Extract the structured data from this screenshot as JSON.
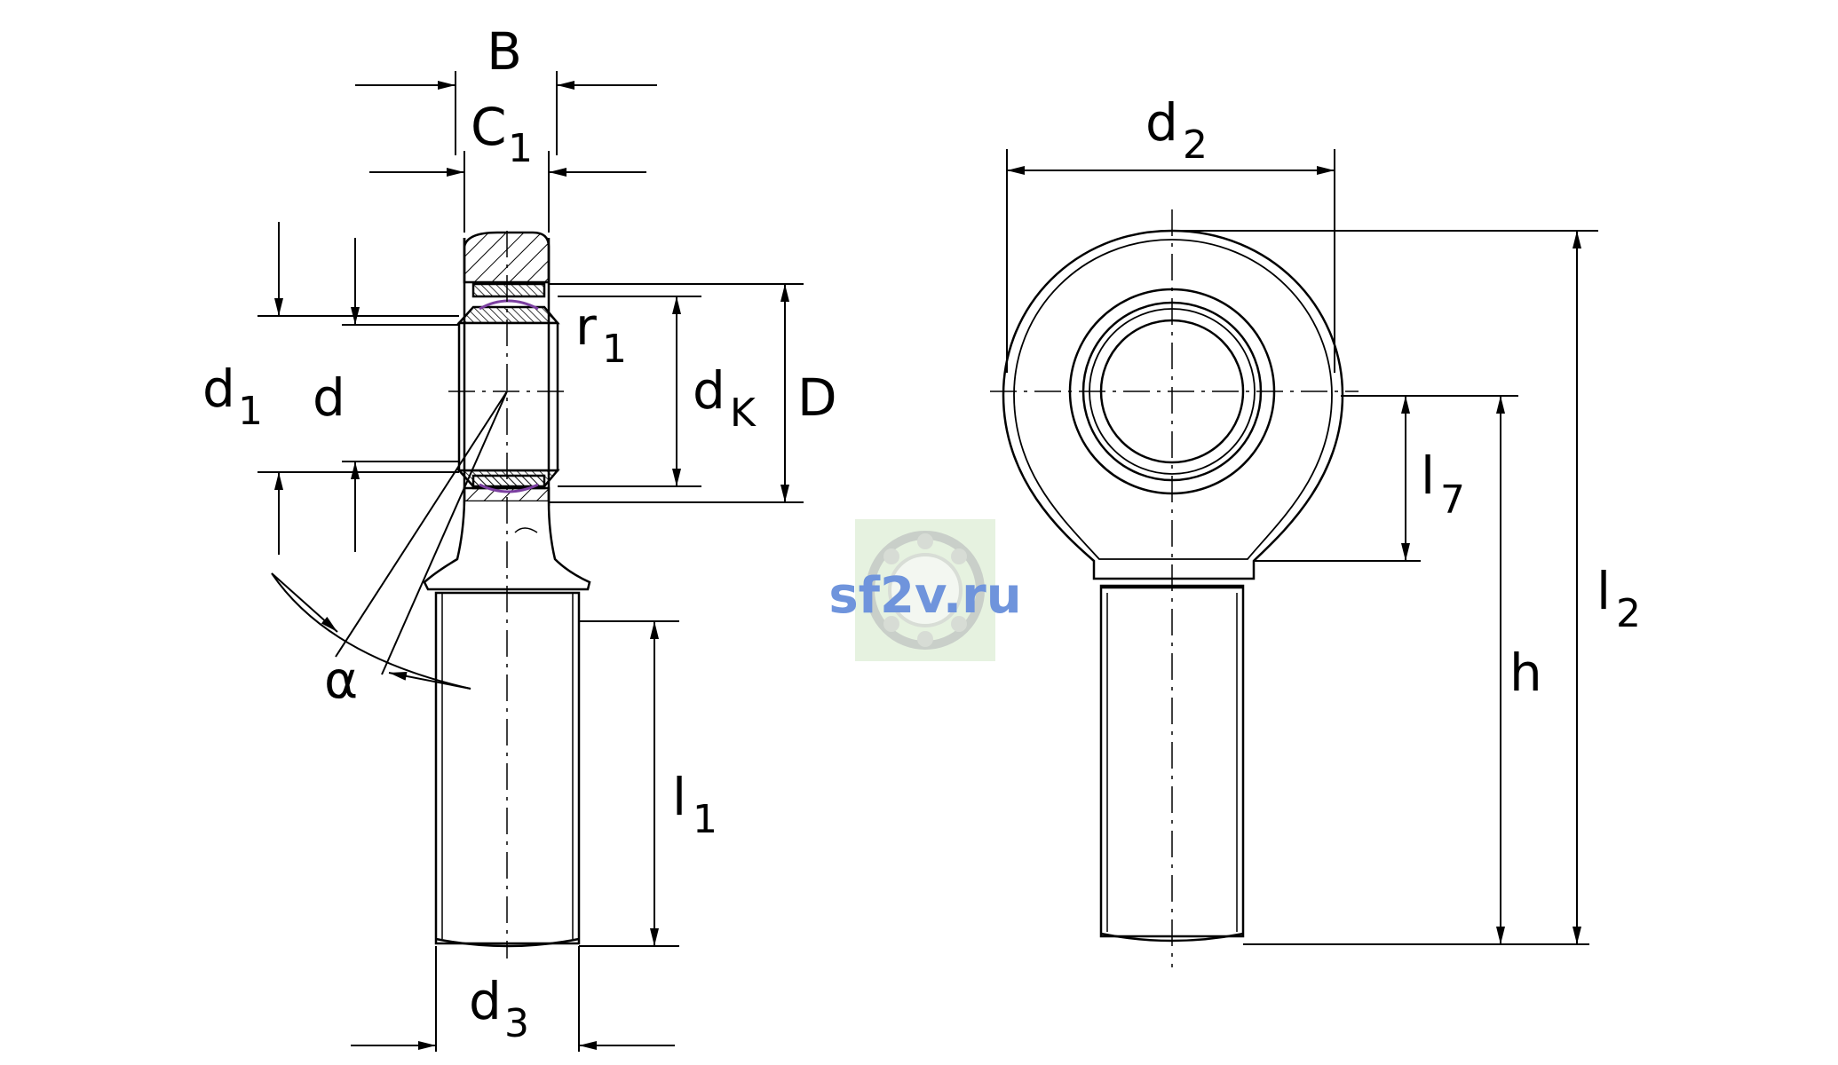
{
  "labels": {
    "B": "B",
    "C": "C",
    "C_sub": "1",
    "d1": "d",
    "d1_sub": "1",
    "d": "d",
    "r": "r",
    "r_sub": "1",
    "dK": "d",
    "dK_sub": "K",
    "D": "D",
    "alpha": "α",
    "l1": "l",
    "l1_sub": "1",
    "d3": "d",
    "d3_sub": "3",
    "d2": "d",
    "d2_sub": "2",
    "l7": "l",
    "l7_sub": "7",
    "h": "h",
    "l2": "l",
    "l2_sub": "2"
  },
  "watermark": {
    "text": "sf2v.ru"
  },
  "colors": {
    "line": "#000000",
    "purple": "#7b3fa0",
    "watermark": "#6f94dc",
    "logo_bg": "#e6f2e0"
  }
}
